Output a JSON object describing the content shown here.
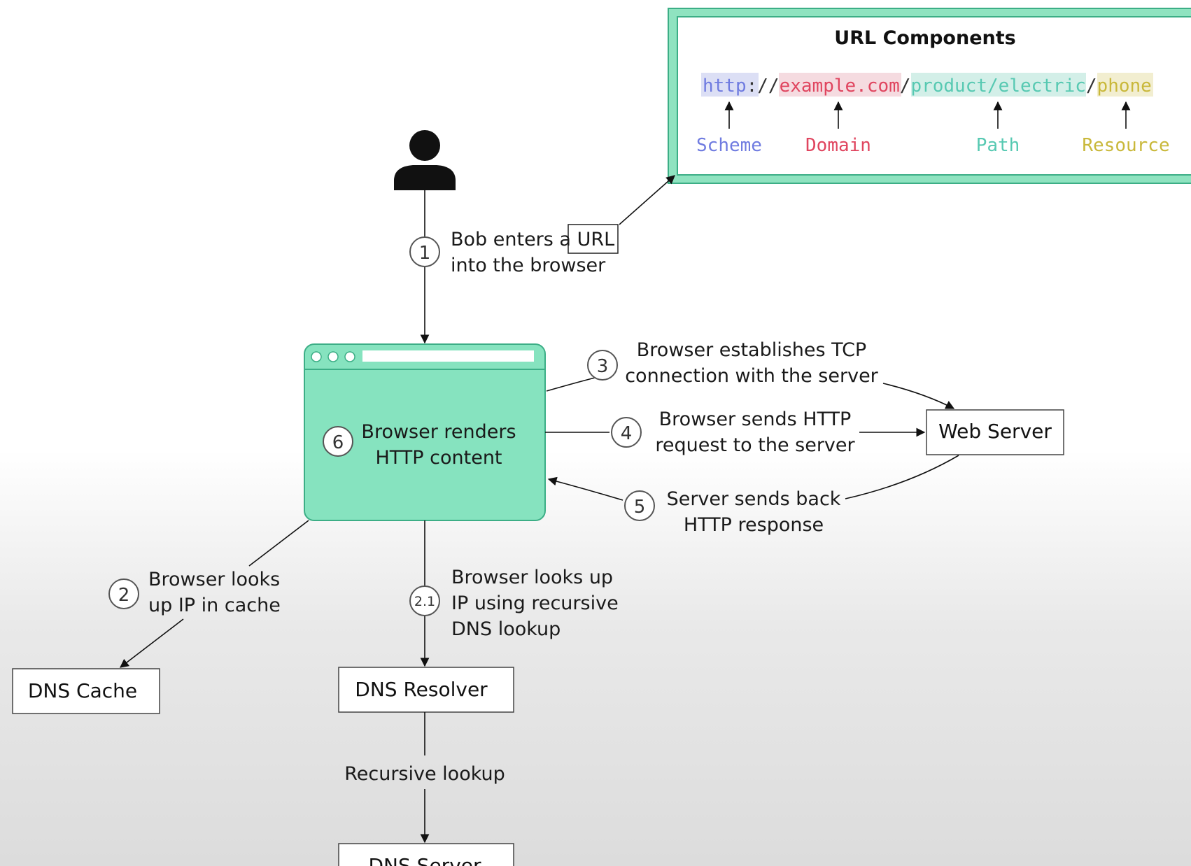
{
  "url_components": {
    "title": "URL Components",
    "url_parts": {
      "scheme": "http",
      "sep1": "://",
      "domain": "example.com",
      "sep2": "/",
      "path": "product/electric",
      "sep3": "/",
      "resource": "phone"
    },
    "labels": {
      "scheme": "Scheme",
      "domain": "Domain",
      "path": "Path",
      "resource": "Resource"
    }
  },
  "steps": {
    "s1": {
      "num": "1",
      "line1_prefix": "Bob enters a ",
      "line1_url": "URL",
      "line2": "into the browser"
    },
    "s2": {
      "num": "2",
      "line1": "Browser looks",
      "line2": "up IP in cache"
    },
    "s21": {
      "num": "2.1",
      "line1": "Browser looks up",
      "line2": "IP using recursive",
      "line3": "DNS lookup"
    },
    "s3": {
      "num": "3",
      "line1": "Browser establishes TCP",
      "line2": "connection with the server"
    },
    "s4": {
      "num": "4",
      "line1": "Browser sends HTTP",
      "line2": "request to the server"
    },
    "s5": {
      "num": "5",
      "line1": "Server sends back",
      "line2": "HTTP response"
    },
    "s6": {
      "num": "6",
      "line1": "Browser renders",
      "line2": "HTTP content"
    }
  },
  "nodes": {
    "web_server": "Web Server",
    "dns_cache": "DNS Cache",
    "dns_resolver": "DNS Resolver",
    "dns_server": "DNS Server"
  },
  "edge_labels": {
    "recursive_lookup": "Recursive lookup"
  },
  "colors": {
    "accent": "#86e3bf",
    "accent_border": "#3cae86",
    "scheme": "#6f7be0",
    "domain": "#e0455f",
    "path": "#57c9b2",
    "resource": "#c9b83a"
  },
  "icons": {
    "user": "person-icon",
    "browser": "browser-window-icon"
  }
}
